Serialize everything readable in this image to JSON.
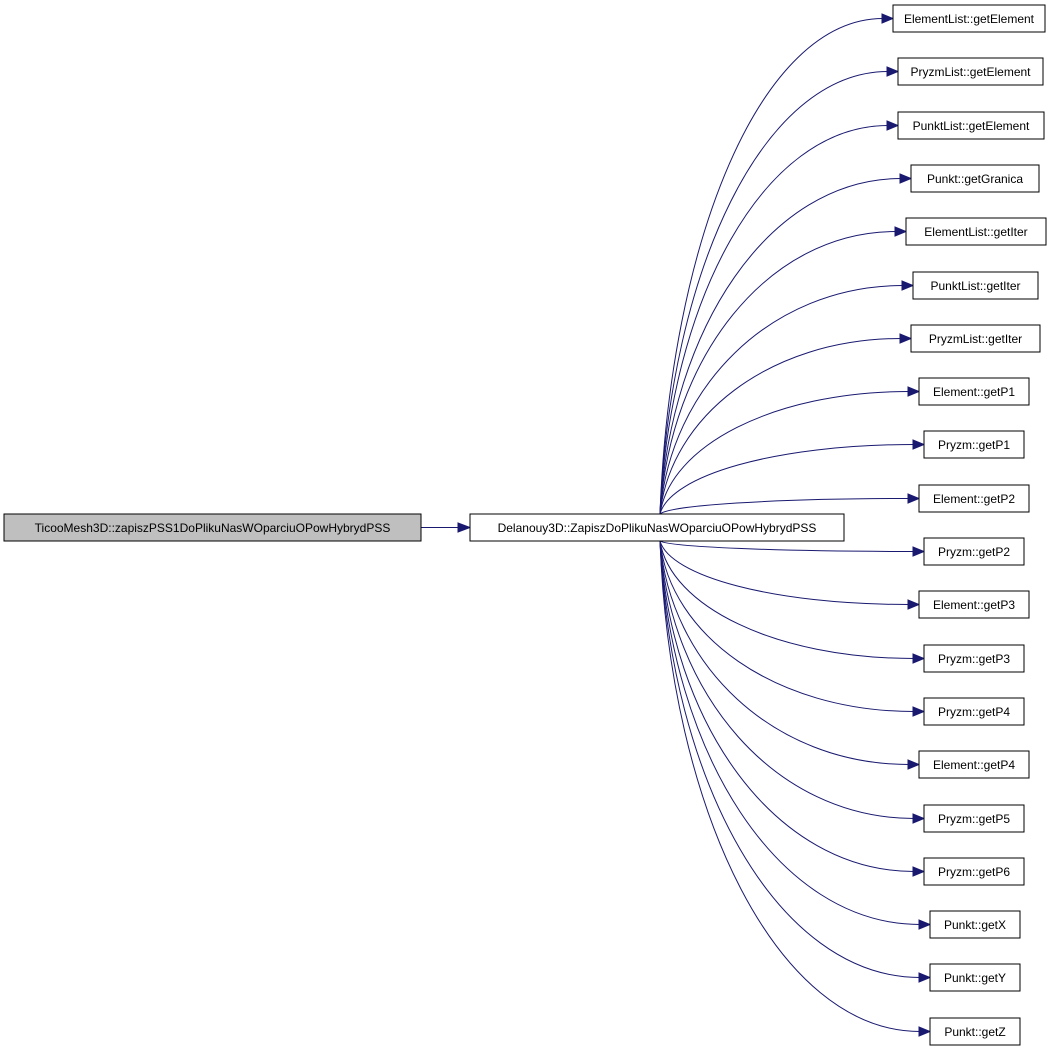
{
  "diagram": {
    "root": {
      "id": "n0",
      "label": "TicooMesh3D::zapiszPSS1DoPlikuNasWOparciuOPowHybrydPSS"
    },
    "caller": {
      "id": "n1",
      "label": "Delanouy3D::ZapiszDoPlikuNasWOparciuOPowHybrydPSS"
    },
    "callees": [
      {
        "id": "c0",
        "label": "ElementList::getElement"
      },
      {
        "id": "c1",
        "label": "PryzmList::getElement"
      },
      {
        "id": "c2",
        "label": "PunktList::getElement"
      },
      {
        "id": "c3",
        "label": "Punkt::getGranica"
      },
      {
        "id": "c4",
        "label": "ElementList::getIter"
      },
      {
        "id": "c5",
        "label": "PunktList::getIter"
      },
      {
        "id": "c6",
        "label": "PryzmList::getIter"
      },
      {
        "id": "c7",
        "label": "Element::getP1"
      },
      {
        "id": "c8",
        "label": "Pryzm::getP1"
      },
      {
        "id": "c9",
        "label": "Element::getP2"
      },
      {
        "id": "c10",
        "label": "Pryzm::getP2"
      },
      {
        "id": "c11",
        "label": "Element::getP3"
      },
      {
        "id": "c12",
        "label": "Pryzm::getP3"
      },
      {
        "id": "c13",
        "label": "Pryzm::getP4"
      },
      {
        "id": "c14",
        "label": "Element::getP4"
      },
      {
        "id": "c15",
        "label": "Pryzm::getP5"
      },
      {
        "id": "c16",
        "label": "Pryzm::getP6"
      },
      {
        "id": "c17",
        "label": "Punkt::getX"
      },
      {
        "id": "c18",
        "label": "Punkt::getY"
      },
      {
        "id": "c19",
        "label": "Punkt::getZ"
      }
    ],
    "colors": {
      "edge": "#191970",
      "root_fill": "#bfbfbf",
      "node_fill": "#ffffff",
      "border": "#000000"
    }
  }
}
